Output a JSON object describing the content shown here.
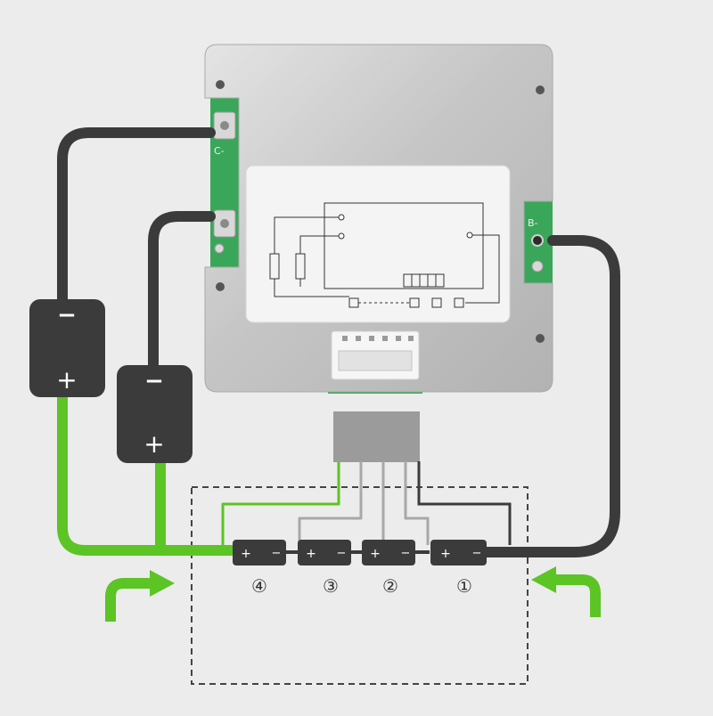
{
  "board": {
    "port_c_label": "C-",
    "port_b_label": "B-"
  },
  "packs": {
    "pack_1": {
      "neg_label": "−",
      "pos_label": "+"
    },
    "pack_2": {
      "neg_label": "−",
      "pos_label": "+"
    }
  },
  "cells": [
    {
      "number_label": "④",
      "pos_sign": "+",
      "neg_sign": "−"
    },
    {
      "number_label": "③",
      "pos_sign": "+",
      "neg_sign": "−"
    },
    {
      "number_label": "②",
      "pos_sign": "+",
      "neg_sign": "−"
    },
    {
      "number_label": "①",
      "pos_sign": "+",
      "neg_sign": "−"
    }
  ],
  "colors": {
    "background": "#ececec",
    "board_metal": "#c9c9c9",
    "pcb_green": "#3aa65a",
    "dark_wire": "#3b3b3b",
    "green_wire": "#5cc424",
    "gray_wire": "#a8a8a8",
    "connector_block": "#9b9b9b",
    "dashed_box": "#444444"
  }
}
